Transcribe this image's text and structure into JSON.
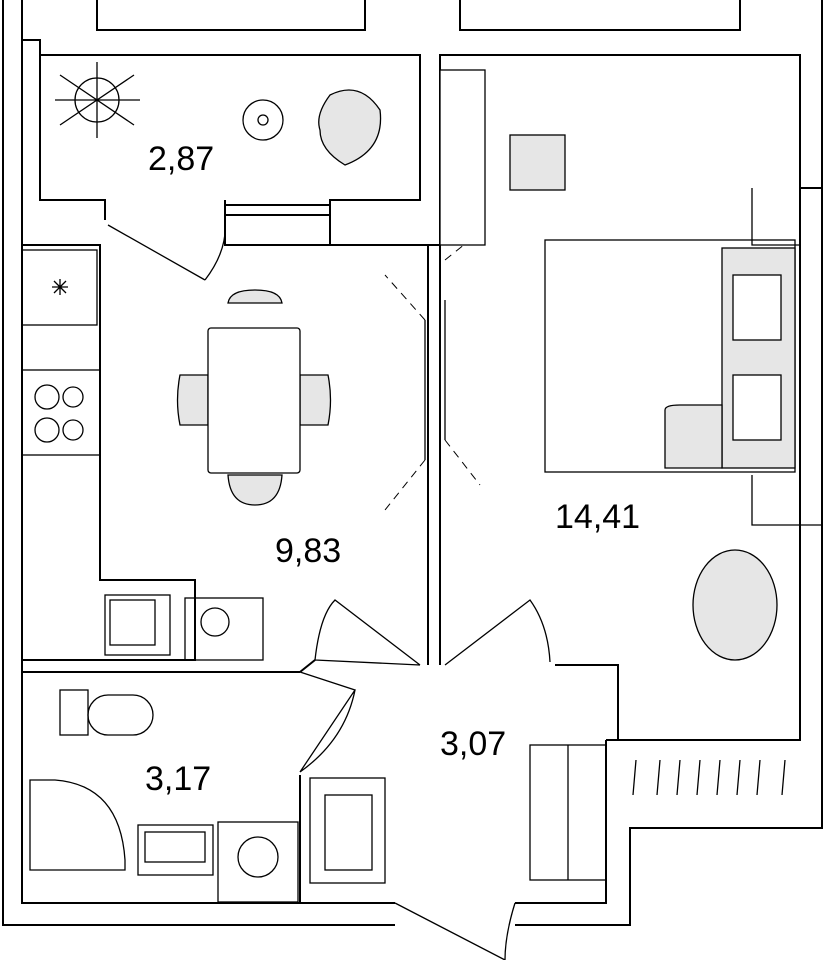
{
  "plan": {
    "rooms": [
      {
        "id": "balcony",
        "area": "2,87"
      },
      {
        "id": "kitchen",
        "area": "9,83"
      },
      {
        "id": "bedroom",
        "area": "14,41"
      },
      {
        "id": "hallway",
        "area": "3,07"
      },
      {
        "id": "bathroom",
        "area": "3,17"
      }
    ],
    "colors": {
      "wall": "#000000",
      "furniture_fill": "#e6e6e6",
      "background": "#ffffff"
    }
  }
}
